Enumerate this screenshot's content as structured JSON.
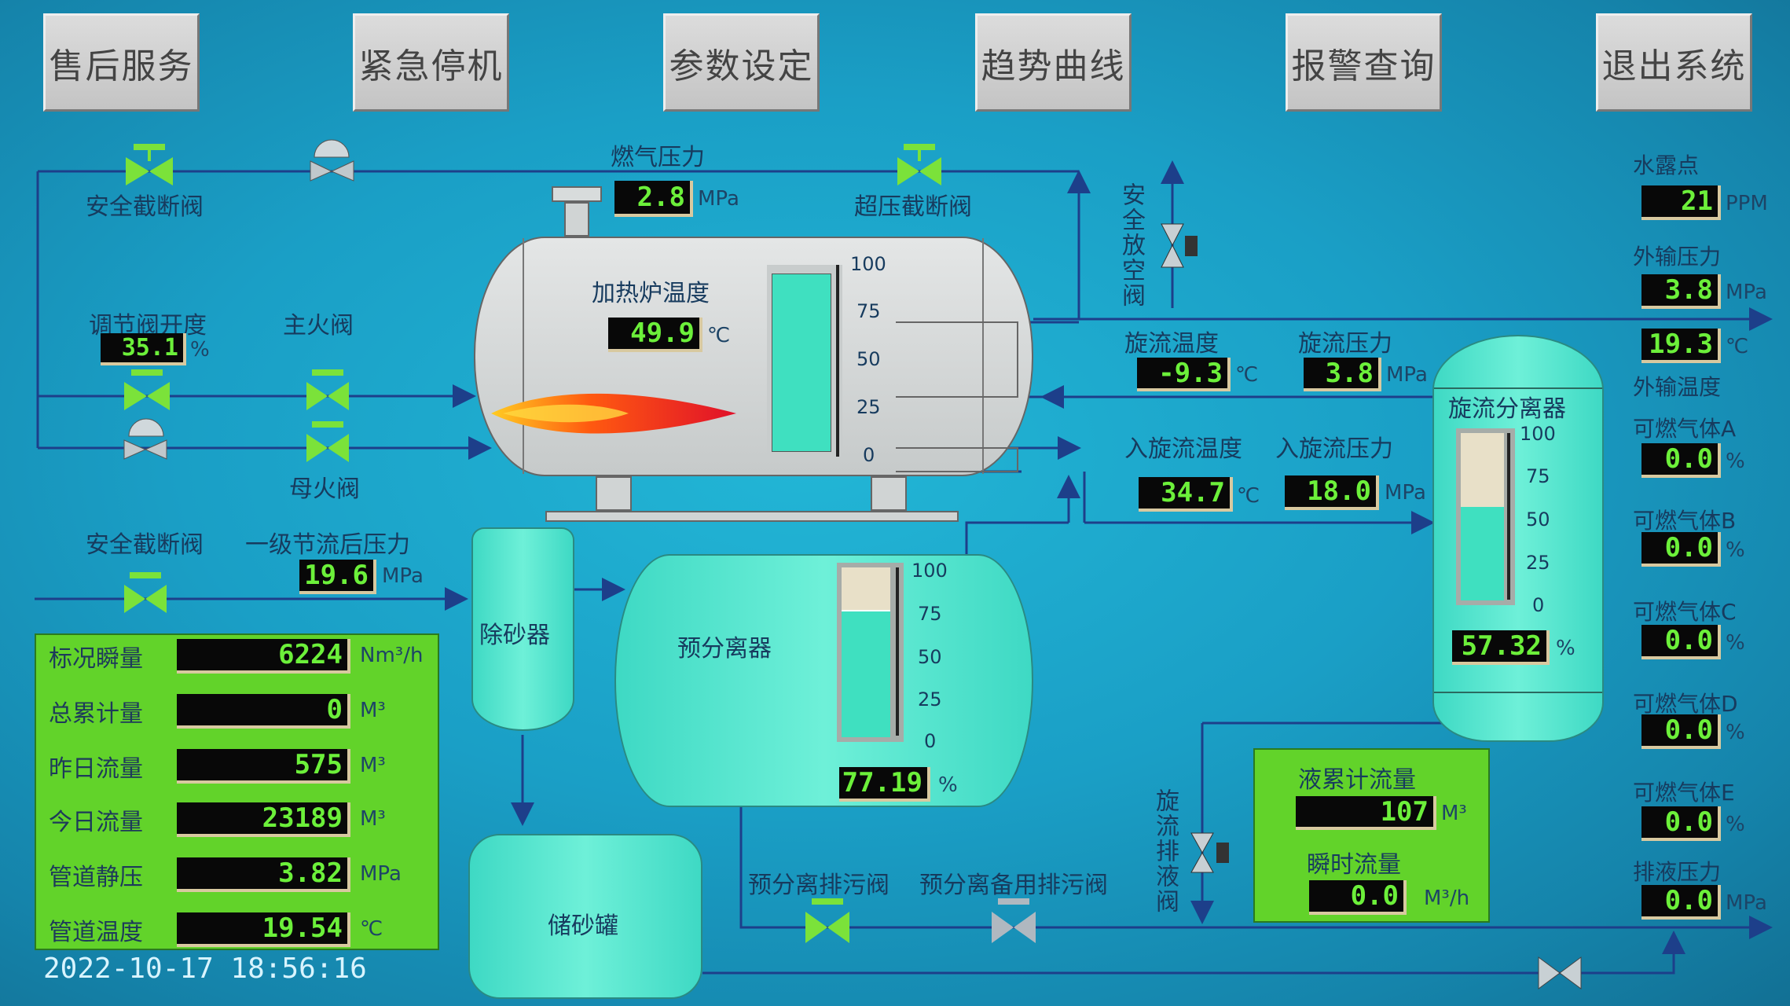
{
  "toolbar": {
    "after_sales": "售后服务",
    "emergency_stop": "紧急停机",
    "param_settings": "参数设定",
    "trend_curves": "趋势曲线",
    "alarm_query": "报警查询",
    "exit_system": "退出系统"
  },
  "left": {
    "safety_valve_1": "安全截断阀",
    "regulator_label": "调节阀开度",
    "regulator_value": "35.1",
    "regulator_unit": "%",
    "main_fire_valve": "主火阀",
    "pilot_fire_valve": "母火阀",
    "safety_valve_2": "安全截断阀",
    "stage1_label": "一级节流后压力",
    "stage1_value": "19.6",
    "stage1_unit": "MPa"
  },
  "heater": {
    "gas_pressure_label": "燃气压力",
    "gas_pressure_value": "2.8",
    "gas_pressure_unit": "MPa",
    "overpressure_valve": "超压截断阀",
    "temp_label": "加热炉温度",
    "temp_value": "49.9",
    "temp_unit": "℃",
    "gauge_level": 0.98,
    "ticks": [
      "100",
      "75",
      "50",
      "25",
      "0"
    ]
  },
  "flow_panel": {
    "rows": [
      {
        "label": "标况瞬量",
        "value": "6224",
        "unit": "Nm³/h"
      },
      {
        "label": "总累计量",
        "value": "0",
        "unit": "M³"
      },
      {
        "label": "昨日流量",
        "value": "575",
        "unit": "M³"
      },
      {
        "label": "今日流量",
        "value": "23189",
        "unit": "M³"
      },
      {
        "label": "管道静压",
        "value": "3.82",
        "unit": "MPa"
      },
      {
        "label": "管道温度",
        "value": "19.54",
        "unit": "℃"
      }
    ]
  },
  "timestamp": "2022-10-17  18:56:16",
  "desander": "除砂器",
  "sand_tank": "储砂罐",
  "pre_separator": {
    "label": "预分离器",
    "value": "77.19",
    "unit": "%",
    "level": 0.7719,
    "ticks": [
      "100",
      "75",
      "50",
      "25",
      "0"
    ]
  },
  "cyclone": {
    "temp_label": "旋流温度",
    "temp_value": "-9.3",
    "temp_unit": "℃",
    "pressure_label": "旋流压力",
    "pressure_value": "3.8",
    "pressure_unit": "MPa",
    "in_temp_label": "入旋流温度",
    "in_temp_value": "34.7",
    "in_temp_unit": "℃",
    "in_pressure_label": "入旋流压力",
    "in_pressure_value": "18.0",
    "in_pressure_unit": "MPa",
    "separator_label": "旋流分离器",
    "separator_value": "57.32",
    "separator_unit": "%",
    "level": 0.5732,
    "ticks": [
      "100",
      "75",
      "50",
      "25",
      "0"
    ]
  },
  "vent_valve": "安全放空阀",
  "drain_valve": "旋流排液阀",
  "liquid_panel": {
    "total_label": "液累计流量",
    "total_value": "107",
    "total_unit": "M³",
    "instant_label": "瞬时流量",
    "instant_value": "0.0",
    "instant_unit": "M³/h"
  },
  "bottom": {
    "pre_sep_drain": "预分离排污阀",
    "pre_sep_backup_drain": "预分离备用排污阀"
  },
  "right_panel": [
    {
      "label": "水露点",
      "value": "21",
      "unit": "PPM"
    },
    {
      "label": "外输压力",
      "value": "3.8",
      "unit": "MPa"
    },
    {
      "label": "外输温度",
      "value": "19.3",
      "unit": "℃"
    },
    {
      "label": "可燃气体A",
      "value": "0.0",
      "unit": "%"
    },
    {
      "label": "可燃气体B",
      "value": "0.0",
      "unit": "%"
    },
    {
      "label": "可燃气体C",
      "value": "0.0",
      "unit": "%"
    },
    {
      "label": "可燃气体D",
      "value": "0.0",
      "unit": "%"
    },
    {
      "label": "可燃气体E",
      "value": "0.0",
      "unit": "%"
    },
    {
      "label": "排液压力",
      "value": "0.0",
      "unit": "MPa"
    }
  ],
  "colors": {
    "display_text": "#6cf03a",
    "valve_open": "#7be23a",
    "valve_closed": "#b0b8c0",
    "pipe": "#1d3f8a"
  }
}
